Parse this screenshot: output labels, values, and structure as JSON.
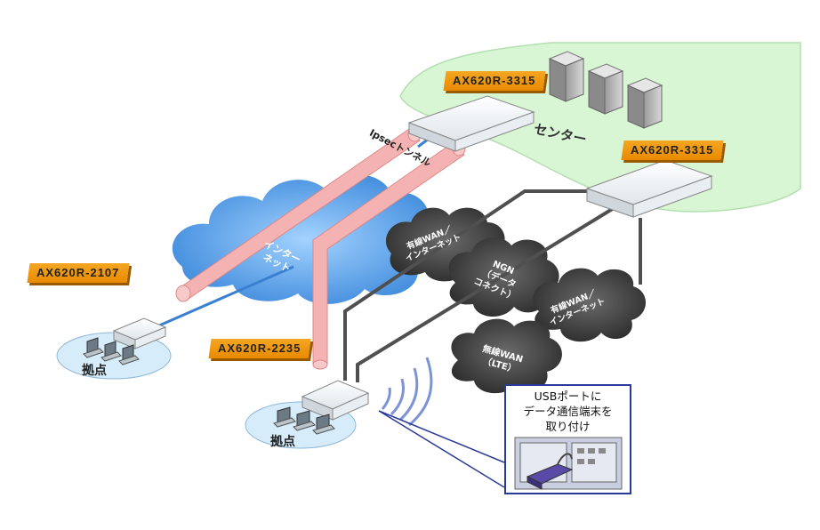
{
  "labels": {
    "center_router_1": "AX620R-3315",
    "center_router_2": "AX620R-3315",
    "branch_router_1": "AX620R-2107",
    "branch_router_2": "AX620R-2235",
    "center": "センター",
    "branch_1": "拠点",
    "branch_2": "拠点"
  },
  "tunnel_label": "Ipsecトンネル",
  "clouds": {
    "internet": [
      "インター",
      "ネット"
    ],
    "wired_1": [
      "有線WAN／",
      "インターネット"
    ],
    "ngn": [
      "NGN",
      "（データ",
      "コネクト）"
    ],
    "wired_2": [
      "有線WAN／",
      "インターネット"
    ],
    "wireless": [
      "無線WAN",
      "（LTE）"
    ]
  },
  "callout": {
    "lines": [
      "USBポートに",
      "データ通信端末を",
      "取り付け"
    ]
  },
  "colors": {
    "center_zone": "#d8f5d4",
    "internet_cloud": "#3a90e0",
    "wan_cloud": "#4a4a4a",
    "tunnel": "#f4a7a7",
    "label_bg": "#f0a010",
    "callout_border": "#2a3a9a"
  }
}
